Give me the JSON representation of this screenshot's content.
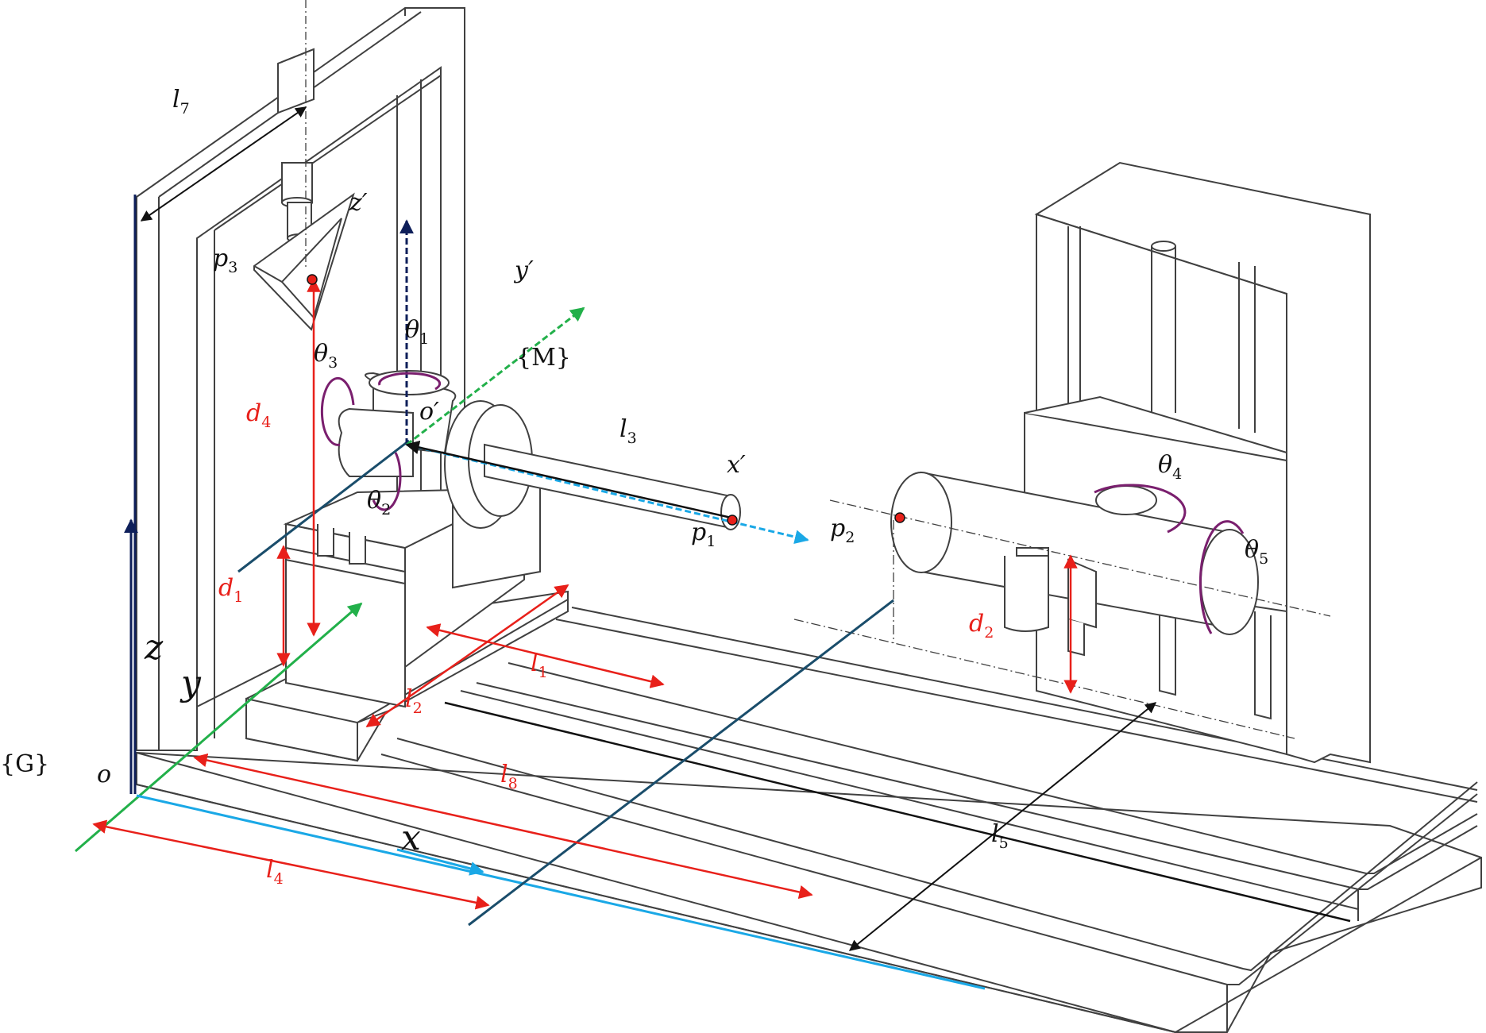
{
  "colors": {
    "structure": "#404040",
    "frame_axis": "#0e1f5a",
    "x_axis": "#1aa8e6",
    "y_axis": "#22b04a",
    "tool_axis": "#1a4d6b",
    "dimension_red": "#e8201a",
    "rotation": "#7a1f6e",
    "point": "#e8201a"
  },
  "labels": {
    "frame_G": "{G}",
    "origin_o": "o",
    "axis_x": "x",
    "axis_y": "y",
    "axis_z": "z",
    "frame_M": "{M}",
    "origin_o_prime": "o′",
    "axis_x_prime": "x′",
    "axis_y_prime": "y′",
    "axis_z_prime": "z′",
    "theta1": {
      "base": "θ",
      "sub": "1"
    },
    "theta2": {
      "base": "θ",
      "sub": "2"
    },
    "theta3": {
      "base": "θ",
      "sub": "3"
    },
    "theta4": {
      "base": "θ",
      "sub": "4"
    },
    "theta5": {
      "base": "θ",
      "sub": "5"
    },
    "p1": {
      "base": "p",
      "sub": "1"
    },
    "p2": {
      "base": "p",
      "sub": "2"
    },
    "p3": {
      "base": "p",
      "sub": "3"
    },
    "l1": {
      "base": "l",
      "sub": "1"
    },
    "l2": {
      "base": "l",
      "sub": "2"
    },
    "l3": {
      "base": "l",
      "sub": "3"
    },
    "l4": {
      "base": "l",
      "sub": "4"
    },
    "l5": {
      "base": "l",
      "sub": "5"
    },
    "l7": {
      "base": "l",
      "sub": "7"
    },
    "l8": {
      "base": "l",
      "sub": "8"
    },
    "d1": {
      "base": "d",
      "sub": "1"
    },
    "d2": {
      "base": "d",
      "sub": "2"
    },
    "d4": {
      "base": "d",
      "sub": "4"
    }
  }
}
